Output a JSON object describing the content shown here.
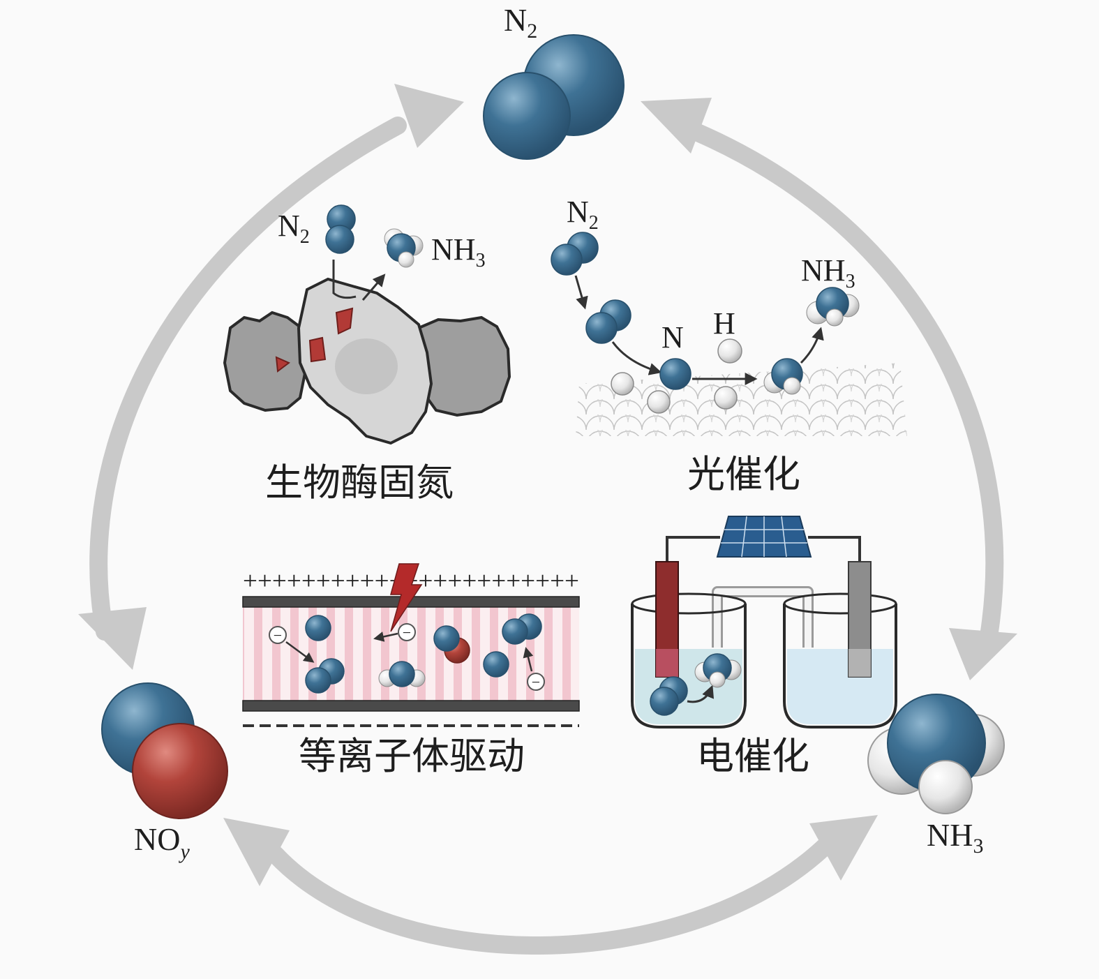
{
  "colors": {
    "nitrogen": "#3f7295",
    "oxygen": "#b2443b",
    "hydrogen": "#e6e6e6",
    "cycle_arrow": "#c9c9c9",
    "enzyme_light": "#d6d6d6",
    "enzyme_dark": "#9e9e9e",
    "cofactor": "#b23a36",
    "plasma_stripe": "#f2c6cf",
    "electrode_red": "#8e2d2d",
    "electrode_gray": "#8d8d8d",
    "electrolyte": "#cfe6ea",
    "solar_panel": "#2a5d8f"
  },
  "cycle": {
    "top": {
      "formula": "N",
      "subscript": "2"
    },
    "left": {
      "formula": "NO",
      "subscript": "y"
    },
    "right": {
      "formula": "NH",
      "subscript": "3"
    }
  },
  "panels": {
    "enzyme": {
      "title": "生物酶固氮",
      "reactant": {
        "formula": "N",
        "subscript": "2"
      },
      "product": {
        "formula": "NH",
        "subscript": "3"
      }
    },
    "photo": {
      "title": "光催化",
      "reactant": {
        "formula": "N",
        "subscript": "2"
      },
      "atom_n": "N",
      "atom_h": "H",
      "product": {
        "formula": "NH",
        "subscript": "3"
      }
    },
    "plasma": {
      "title": "等离子体驱动",
      "top_charges": "+++++++++++++++++++++++",
      "electron_sign": "−"
    },
    "electro": {
      "title": "电催化"
    }
  }
}
